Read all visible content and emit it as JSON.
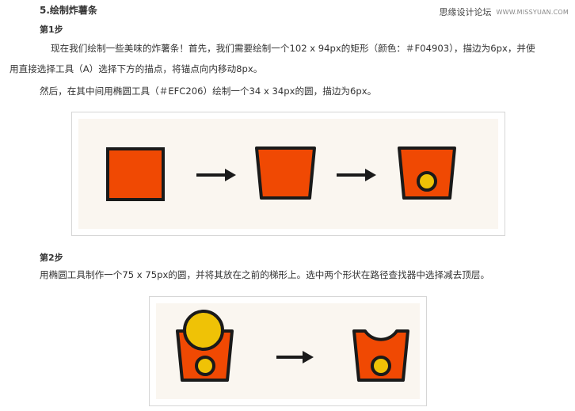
{
  "header": {
    "section_title": "5.绘制炸薯条",
    "watermark_name": "思缘设计论坛",
    "watermark_url": "WWW.MISSYUAN.COM"
  },
  "step1": {
    "title": "第1步",
    "line1": "现在我们绘制一些美味的炸薯条！首先，我们需要绘制一个102 x 94px的矩形（颜色：＃F04903），描边为6px，并使",
    "line2": "用直接选择工具（A）选择下方的描点，将锚点向内移动8px。",
    "line3": "然后，在其中间用椭圆工具（＃EFC206）绘制一个34 x 34px的圆，描边为6px。"
  },
  "step2": {
    "title": "第2步",
    "line1": "用椭圆工具制作一个75 x 75px的圆，并将其放在之前的梯形上。选中两个形状在路径查找器中选择减去顶层。"
  },
  "colors": {
    "fry_box": "#F04903",
    "circle": "#EFC206",
    "stroke": "#1a1a1a",
    "figure_bg": "#faf6f0"
  }
}
